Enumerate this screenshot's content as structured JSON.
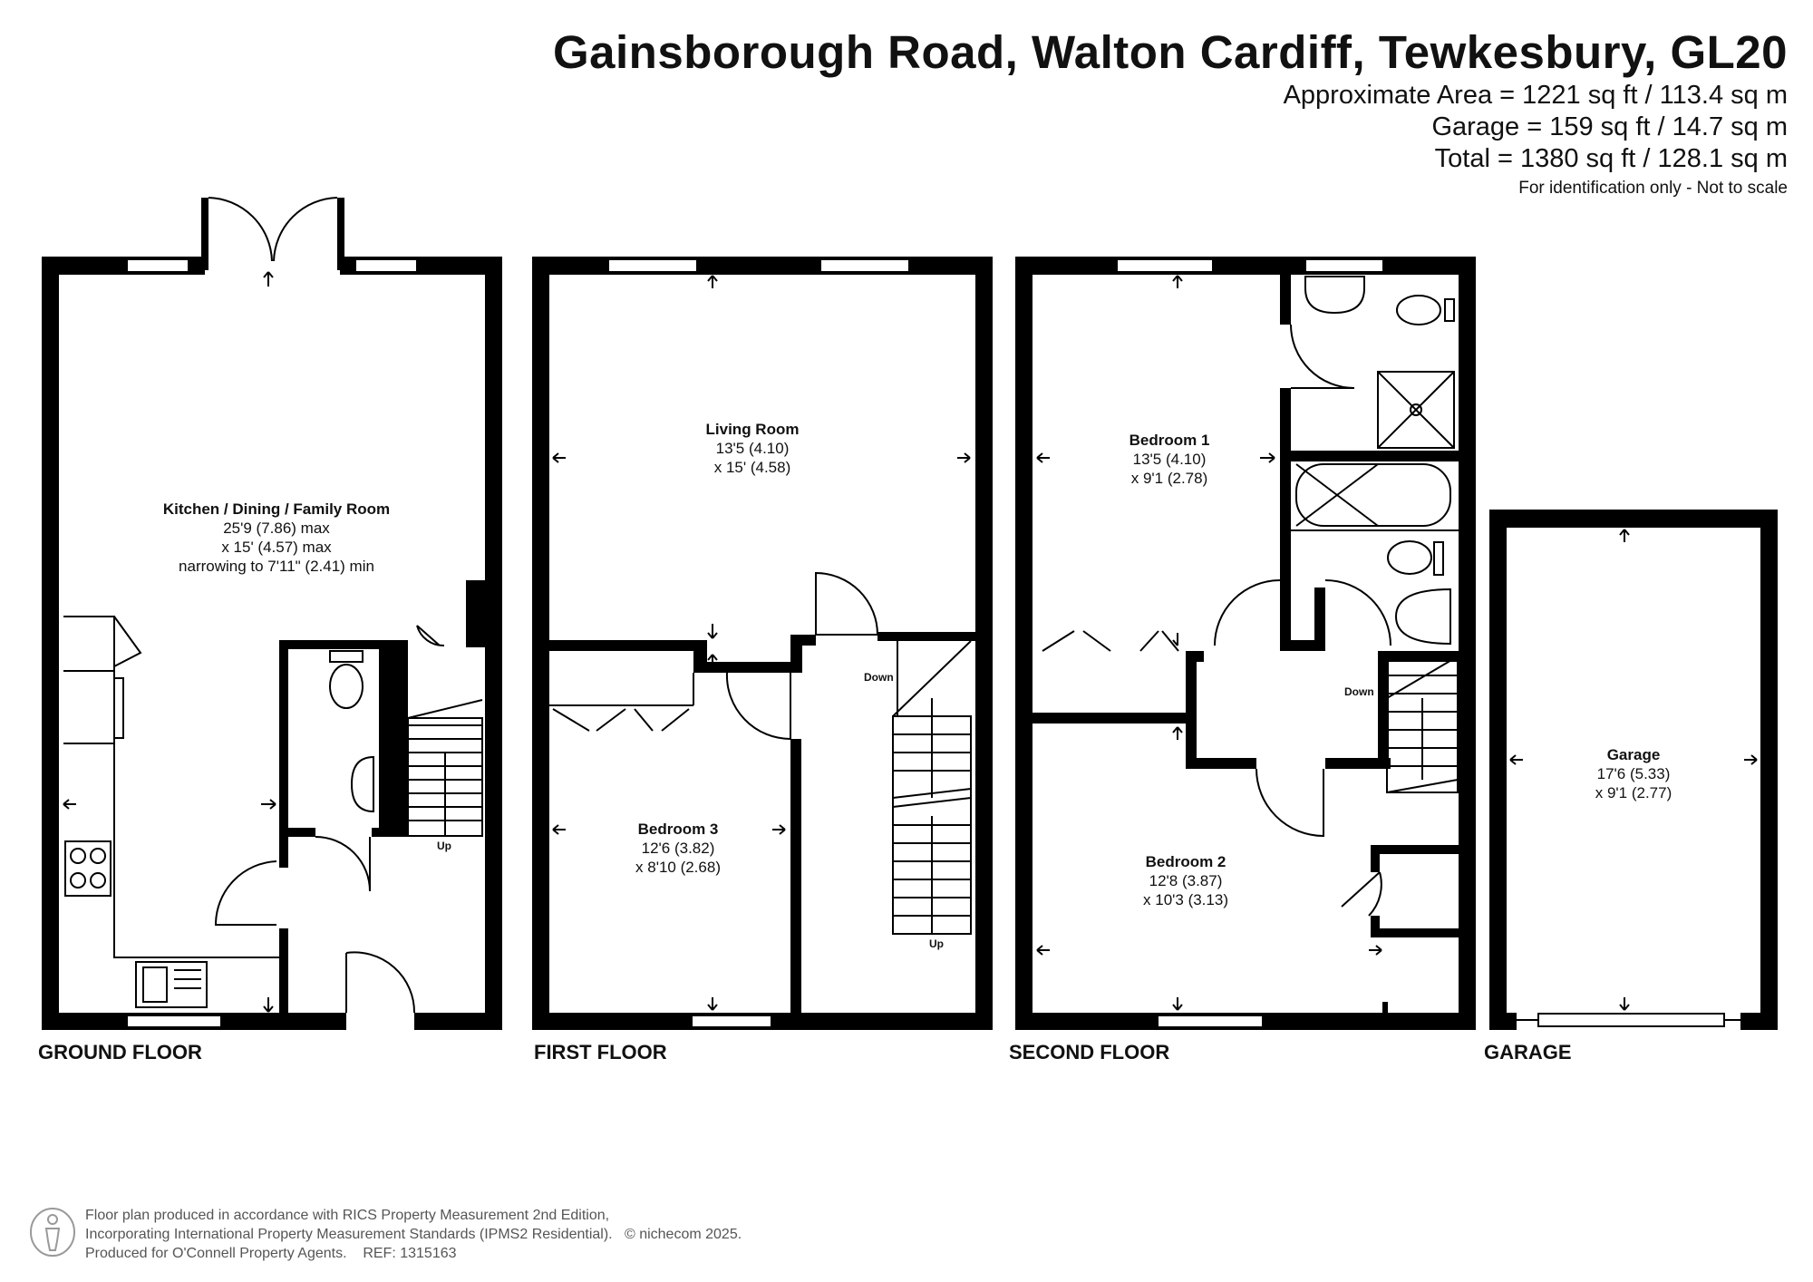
{
  "header": {
    "title": "Gainsborough Road, Walton Cardiff, Tewkesbury, GL20",
    "areas": [
      "Approximate Area = 1221 sq ft / 113.4 sq m",
      "Garage = 159 sq ft / 14.7 sq m",
      "Total = 1380 sq ft / 128.1 sq m"
    ],
    "disclaimer": "For identification only - Not to scale"
  },
  "floors": {
    "ground": "GROUND FLOOR",
    "first": "FIRST FLOOR",
    "second": "SECOND FLOOR",
    "garage": "GARAGE"
  },
  "rooms": {
    "kitchen": {
      "name": "Kitchen / Dining / Family Room",
      "dims": [
        "25'9 (7.86) max",
        "x 15' (4.57) max",
        "narrowing to 7'11\" (2.41) min"
      ]
    },
    "living": {
      "name": "Living Room",
      "dims": [
        "13'5 (4.10)",
        "x 15' (4.58)"
      ]
    },
    "bedroom3": {
      "name": "Bedroom 3",
      "dims": [
        "12'6 (3.82)",
        "x 8'10 (2.68)"
      ]
    },
    "bedroom1": {
      "name": "Bedroom 1",
      "dims": [
        "13'5 (4.10)",
        "x 9'1 (2.78)"
      ]
    },
    "bedroom2": {
      "name": "Bedroom 2",
      "dims": [
        "12'8 (3.87)",
        "x 10'3 (3.13)"
      ]
    },
    "garage": {
      "name": "Garage",
      "dims": [
        "17'6 (5.33)",
        "x 9'1 (2.77)"
      ]
    }
  },
  "stairs": {
    "ground_up": "Up",
    "first_down": "Down",
    "first_up": "Up",
    "second_down": "Down"
  },
  "footer": {
    "lines": [
      "Floor plan produced in accordance with RICS Property Measurement 2nd Edition,",
      "Incorporating International Property Measurement Standards (IPMS2 Residential).",
      "Produced for O'Connell Property Agents."
    ],
    "copyright": "© nichecom 2025.",
    "ref": "REF: 1315163"
  },
  "colors": {
    "walls": "#000000",
    "background": "#ffffff",
    "footer_text": "#555555"
  }
}
